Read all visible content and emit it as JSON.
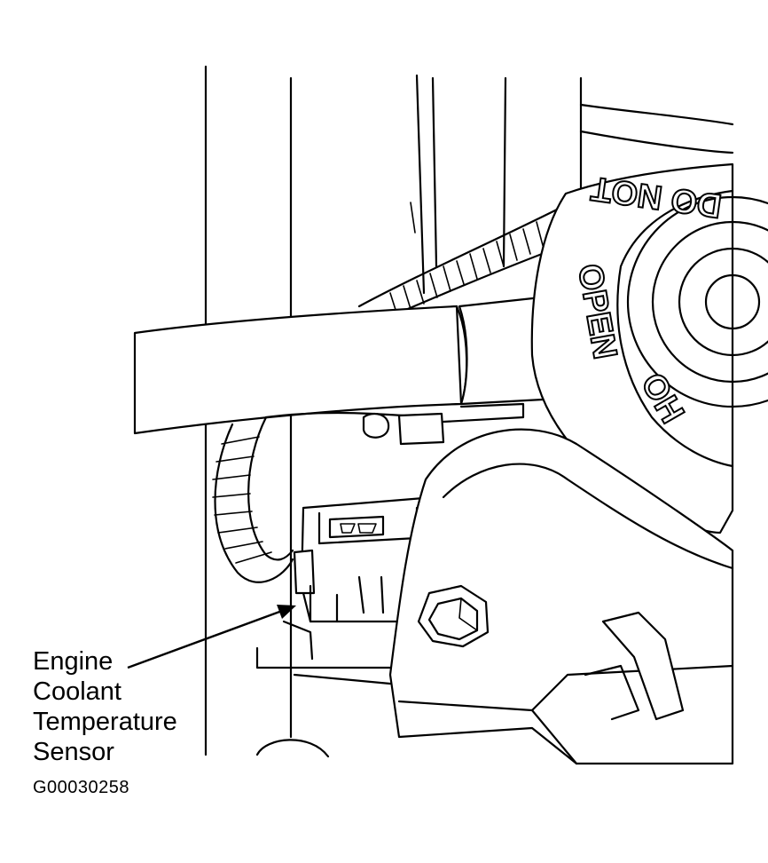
{
  "callout": {
    "lines": [
      "Engine",
      "Coolant",
      "Temperature",
      "Sensor"
    ]
  },
  "cap_text": {
    "line1": "DO NOT",
    "line2": "OPEN",
    "line3": "OH"
  },
  "figure_id": "G00030258"
}
